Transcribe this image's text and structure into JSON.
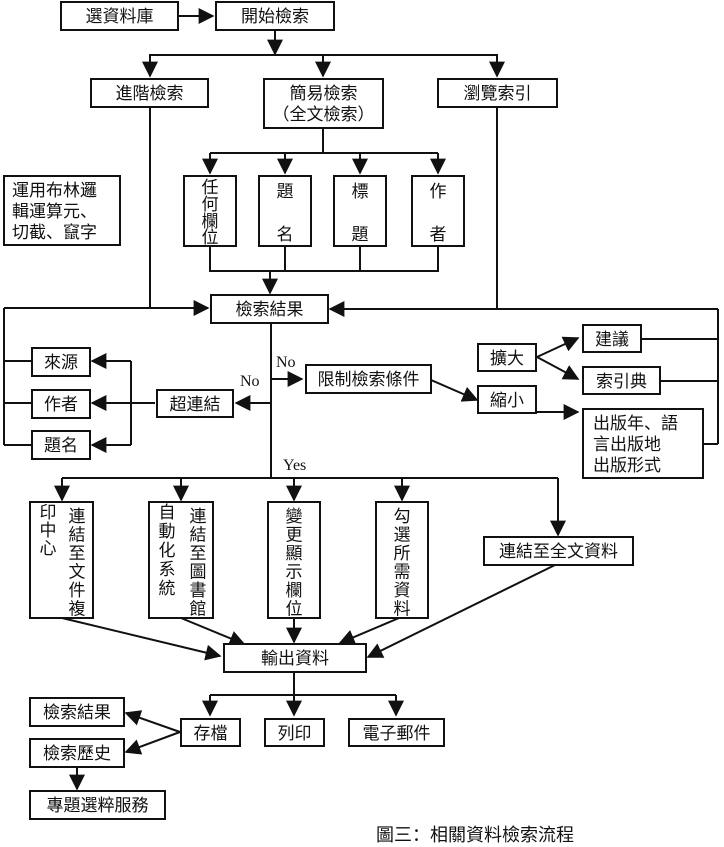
{
  "nodes": {
    "select_db": "選資料庫",
    "start_search": "開始檢索",
    "advanced_search": "進階檢索",
    "simple_search": [
      "簡易檢索",
      "（全文檢索）"
    ],
    "browse_index": "瀏覽索引",
    "boolean_note": [
      "運用布林邏",
      "輯運算元、",
      "切截、竄字"
    ],
    "field_any": [
      "任",
      "何",
      "欄",
      "位"
    ],
    "field_title": [
      "題",
      "名"
    ],
    "field_subject": [
      "標",
      "題"
    ],
    "field_author": [
      "作",
      "者"
    ],
    "search_results": "檢索結果",
    "source": "來源",
    "author": "作者",
    "title": "題名",
    "hyperlink": "超連結",
    "limit_conditions": "限制檢索條件",
    "expand": "擴大",
    "narrow": "縮小",
    "suggestion": "建議",
    "thesaurus": "索引典",
    "pub_filters": [
      "出版年、語",
      "言出版地",
      "出版形式"
    ],
    "link_doc_delivery": [
      [
        "連",
        "結",
        "至",
        "文",
        "件",
        "複"
      ],
      [
        "印",
        "中",
        "心"
      ]
    ],
    "link_library_system": [
      [
        "連",
        "結",
        "至",
        "圖",
        "書",
        "館"
      ],
      [
        "自",
        "動",
        "化",
        "系",
        "統"
      ]
    ],
    "change_display": [
      "變",
      "更",
      "顯",
      "示",
      "欄",
      "位"
    ],
    "select_needed": [
      "勾",
      "選",
      "所",
      "需",
      "資",
      "料"
    ],
    "link_fulltext": "連結至全文資料",
    "output_data": "輸出資料",
    "save_file": "存檔",
    "print": "列印",
    "email": "電子郵件",
    "saved_results": "檢索結果",
    "search_history": "檢索歷史",
    "sdi_service": "專題選粹服務"
  },
  "edge_labels": {
    "no_limit": "No",
    "no_hyperlink": "No",
    "yes": "Yes"
  },
  "caption": "圖三：相關資料檢索流程"
}
